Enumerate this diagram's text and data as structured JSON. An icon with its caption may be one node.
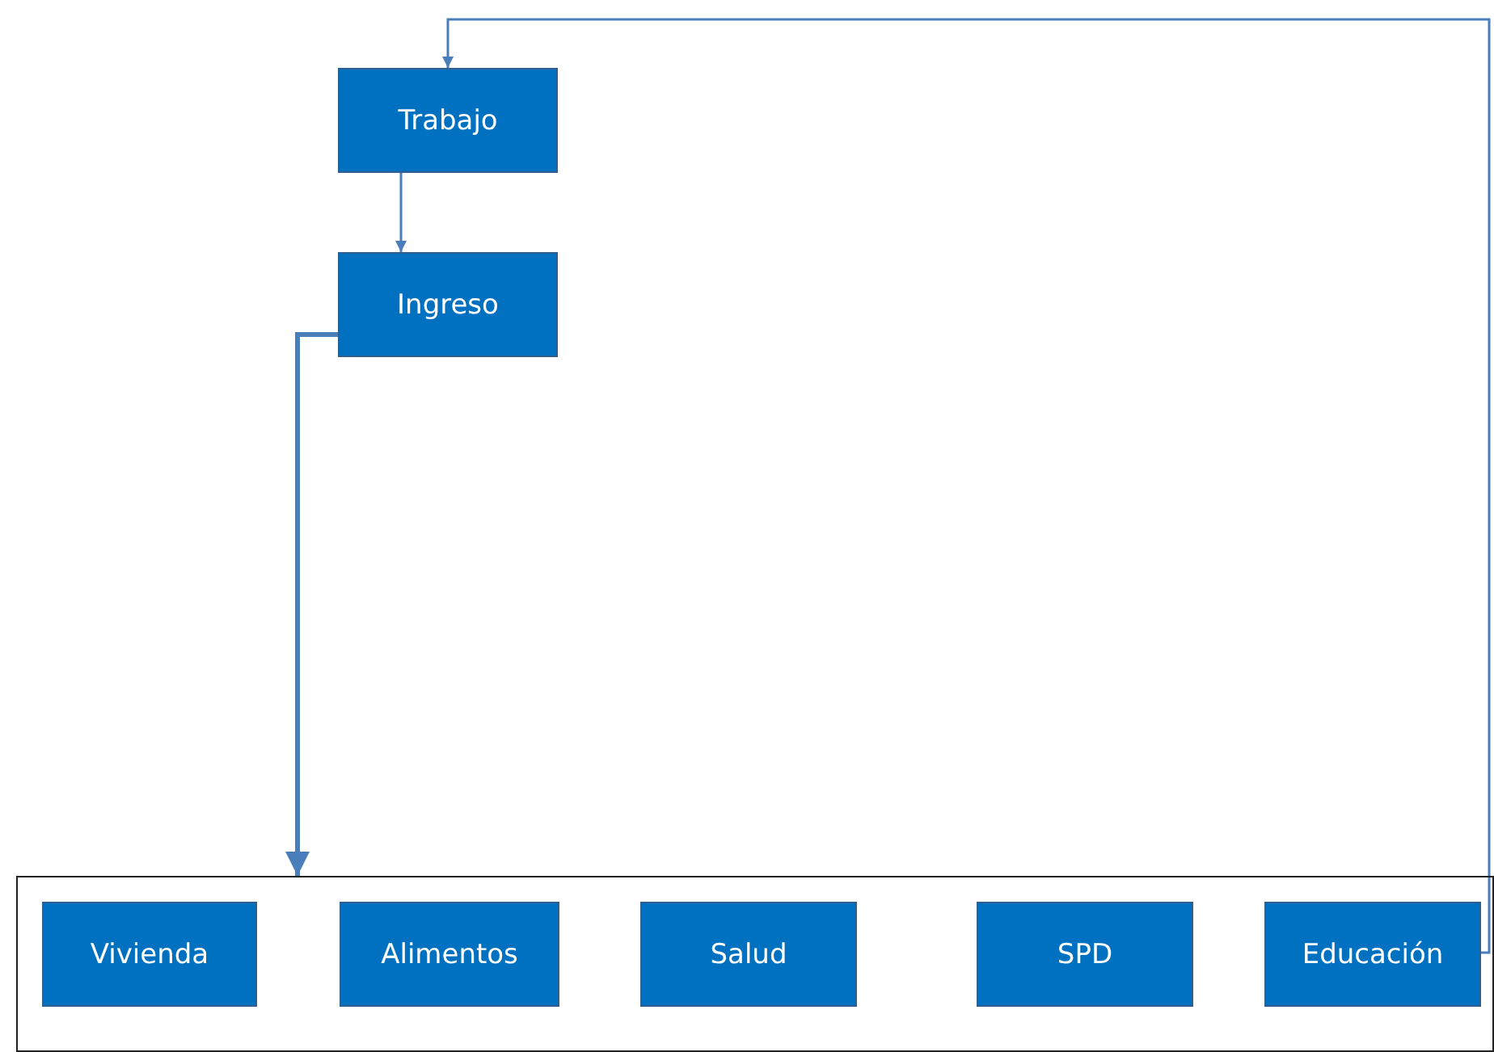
{
  "diagram": {
    "nodes": [
      {
        "text": [
          "Trabajo"
        ]
      },
      {
        "text": [
          "Ingreso"
        ]
      },
      {
        "text": [],
        "shape": "box"
      },
      {
        "text": [
          "Vivienda"
        ],
        "in": 2
      },
      {
        "text": [
          "Alimentos"
        ],
        "in": 2
      },
      {
        "text": [
          "Salud"
        ],
        "in": 2
      },
      {
        "text": [
          "SPD"
        ],
        "in": 2
      },
      {
        "text": [
          "Educación"
        ],
        "in": 2
      }
    ],
    "edges": [
      {
        "from": 0,
        "to": 1,
        "arrow": "to"
      },
      {
        "from": 1,
        "to": 2,
        "arrow": "to",
        "style": "thick"
      },
      {
        "from": 7,
        "to": 0,
        "arrow": "to"
      }
    ]
  }
}
